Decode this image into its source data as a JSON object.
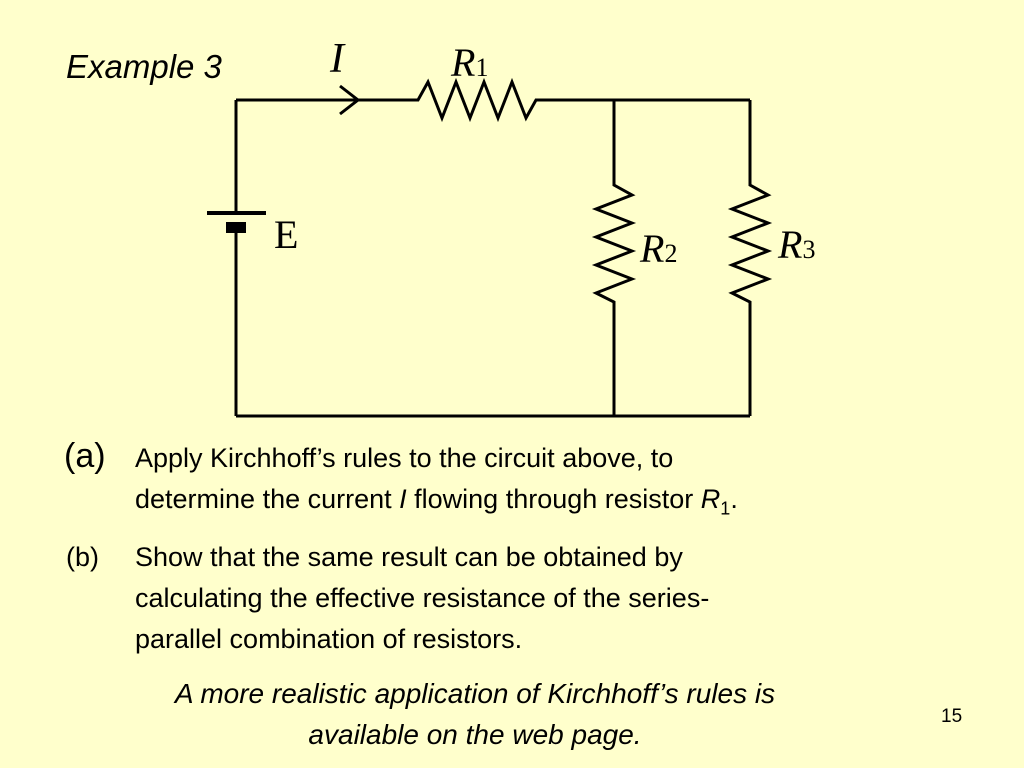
{
  "slide": {
    "title": "Example 3",
    "page_number": "15"
  },
  "circuit": {
    "current_label": "I",
    "emf_label": "E",
    "resistors": [
      {
        "symbol": "R",
        "subscript": "1"
      },
      {
        "symbol": "R",
        "subscript": "2"
      },
      {
        "symbol": "R",
        "subscript": "3"
      }
    ]
  },
  "questions": [
    {
      "label": "(a)",
      "line1": "Apply Kirchhoff’s rules to the circuit above, to",
      "line2_pre": "determine the current ",
      "line2_var": "I",
      "line2_mid": " flowing through resistor ",
      "line2_sym": "R",
      "line2_sub": "1",
      "line2_end": "."
    },
    {
      "label": "(b)",
      "line1": "Show that the same result can be obtained by",
      "line2": "calculating the effective resistance of the series-",
      "line3": "parallel combination of resistors."
    }
  ],
  "note": {
    "line1": "A more realistic application of Kirchhoff’s rules is",
    "line2": "available on the web page."
  }
}
